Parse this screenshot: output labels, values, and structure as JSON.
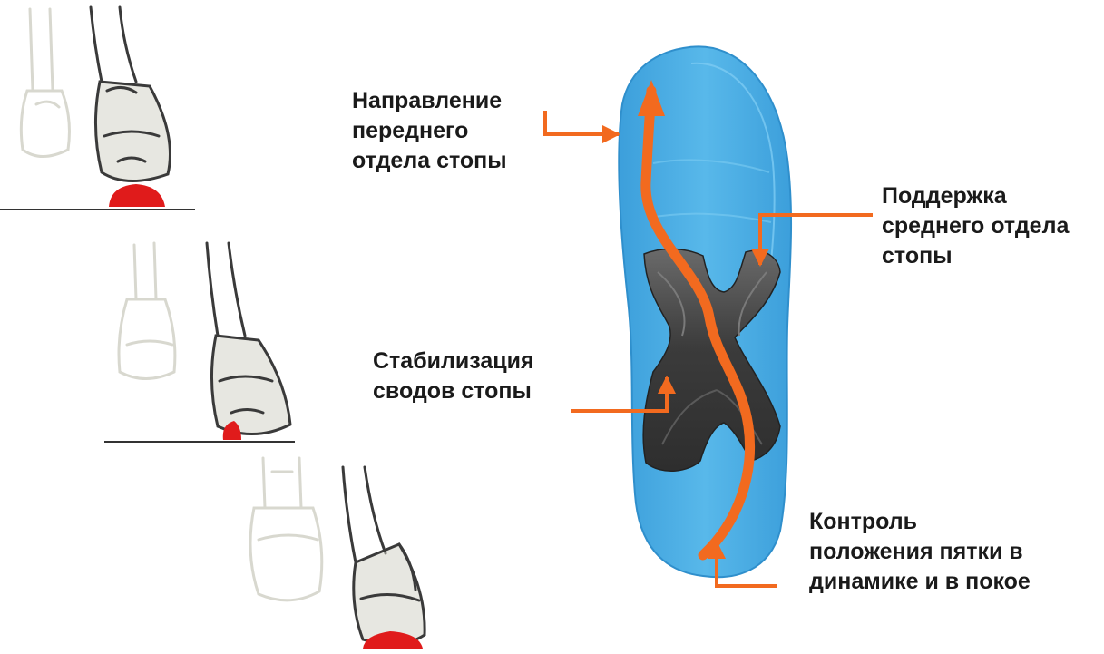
{
  "labels": {
    "forefoot": [
      "Направление",
      "переднего",
      "отдела стопы"
    ],
    "midfoot": [
      "Поддержка",
      "среднего отдела",
      "стопы"
    ],
    "arch": [
      "Стабилизация",
      "сводов стопы"
    ],
    "heel": [
      "Контроль",
      "положения пятки в",
      "динамике и в покое"
    ]
  },
  "colors": {
    "insole_blue": "#4aaee6",
    "insole_edge": "#2f8fcc",
    "support_dark": "#3d3d3d",
    "arrow_orange": "#f26a1f",
    "pressure_red": "#e01b1b",
    "sketch_gray": "#cfcfc4"
  },
  "icons": [
    "foot-sketch-icon",
    "insole-icon",
    "callout-arrow-icon"
  ]
}
